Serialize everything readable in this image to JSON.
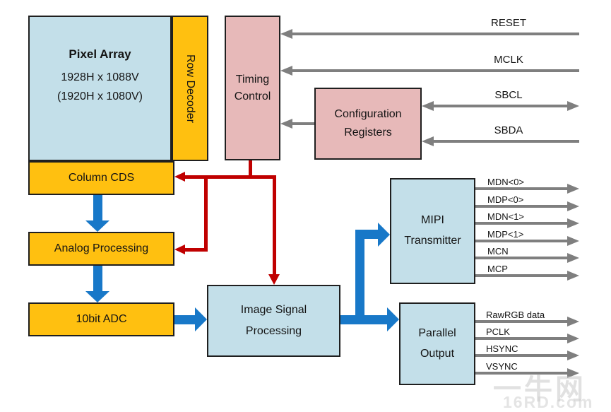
{
  "blocks": {
    "pixel_array": {
      "title": "Pixel Array",
      "res_line1": "1928H x 1088V",
      "res_line2": "(1920H x 1080V)"
    },
    "row_decoder": {
      "label": "Row Decoder"
    },
    "column_cds": {
      "label": "Column CDS"
    },
    "timing_control": {
      "label": "Timing Control"
    },
    "config_registers": {
      "label": "Configuration Registers"
    },
    "analog_processing": {
      "label": "Analog Processing"
    },
    "adc": {
      "label": "10bit ADC"
    },
    "isp": {
      "label": "Image Signal Processing"
    },
    "mipi_transmitter": {
      "label": "MIPI Transmitter"
    },
    "parallel_output": {
      "label": "Parallel Output"
    }
  },
  "signals": {
    "top": [
      "RESET",
      "MCLK",
      "SBCL",
      "SBDA"
    ],
    "mipi_out": [
      "MDN<0>",
      "MDP<0>",
      "MDN<1>",
      "MDP<1>",
      "MCN",
      "MCP"
    ],
    "parallel_out": [
      "RawRGB data",
      "PCLK",
      "HSYNC",
      "VSYNC"
    ]
  },
  "colors": {
    "block_blue": "#C3DFE9",
    "block_orange": "#FFC010",
    "block_pink": "#E7B9B9",
    "arrow_blue": "#1878C8",
    "arrow_red": "#C00000",
    "line_gray": "#7F7F7F"
  },
  "watermark": {
    "line1": "一牛网",
    "line2": "16RD.com"
  }
}
